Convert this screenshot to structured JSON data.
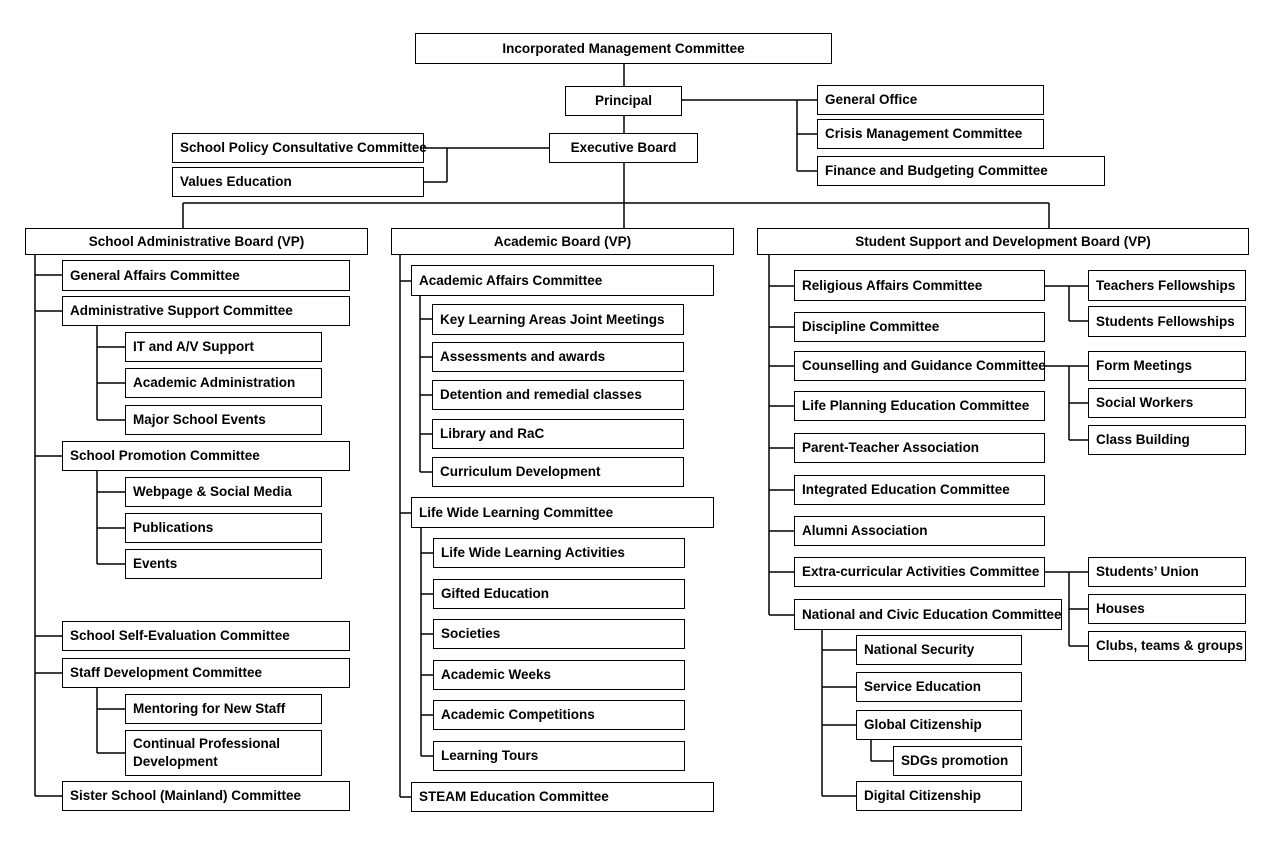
{
  "top": {
    "imc": "Incorporated Management Committee",
    "principal": "Principal",
    "executive_board": "Executive Board",
    "school_policy_consultative": "School Policy Consultative Committee",
    "values_education": "Values Education",
    "general_office": "General Office",
    "crisis_management": "Crisis Management Committee",
    "finance_budgeting": "Finance and Budgeting Committee"
  },
  "admin": {
    "board": "School Administrative Board (VP)",
    "general_affairs": "General Affairs Committee",
    "administrative_support": "Administrative Support Committee",
    "it_av_support": "IT and A/V Support",
    "academic_administration": "Academic Administration",
    "major_school_events": "Major School Events",
    "school_promotion": "School Promotion Committee",
    "webpage_social_media": "Webpage & Social Media",
    "publications": "Publications",
    "events": "Events",
    "self_evaluation": "School Self-Evaluation Committee",
    "staff_development": "Staff Development Committee",
    "mentoring_new_staff": "Mentoring for New Staff",
    "continual_professional_development": "Continual Professional Development",
    "sister_school": "Sister School (Mainland) Committee"
  },
  "academic": {
    "board": "Academic Board (VP)",
    "academic_affairs": "Academic Affairs Committee",
    "kla_joint_meetings": "Key Learning Areas Joint Meetings",
    "assessments_awards": "Assessments and awards",
    "detention_remedial": "Detention and remedial classes",
    "library_rac": "Library and RaC",
    "curriculum_development": "Curriculum Development",
    "life_wide_learning": "Life Wide Learning Committee",
    "lwl_activities": "Life Wide Learning Activities",
    "gifted_education": "Gifted Education",
    "societies": "Societies",
    "academic_weeks": "Academic Weeks",
    "academic_competitions": "Academic Competitions",
    "learning_tours": "Learning Tours",
    "steam_education": "STEAM Education Committee"
  },
  "support": {
    "board": "Student Support and Development Board (VP)",
    "religious_affairs": "Religious Affairs Committee",
    "teachers_fellowships": "Teachers Fellowships",
    "students_fellowships": "Students Fellowships",
    "discipline": "Discipline Committee",
    "counselling_guidance": "Counselling and Guidance Committee",
    "form_meetings": "Form Meetings",
    "social_workers": "Social Workers",
    "class_building": "Class Building",
    "life_planning": "Life Planning Education Committee",
    "pta": "Parent-Teacher Association",
    "integrated_education": "Integrated Education Committee",
    "alumni": "Alumni Association",
    "eca": "Extra-curricular Activities Committee",
    "students_union": "Students’ Union",
    "houses": "Houses",
    "clubs_teams_groups": "Clubs, teams & groups",
    "national_civic": "National and Civic Education Committee",
    "national_security": "National Security",
    "service_education": "Service Education",
    "global_citizenship": "Global Citizenship",
    "sdgs_promotion": "SDGs promotion",
    "digital_citizenship": "Digital Citizenship"
  }
}
